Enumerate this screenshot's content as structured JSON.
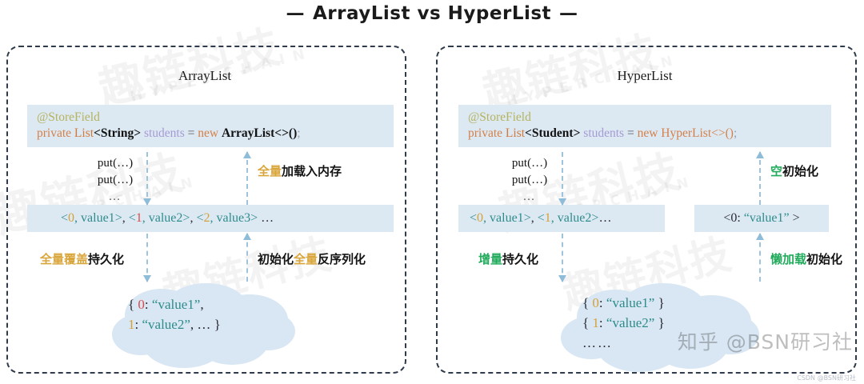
{
  "title": {
    "dash_left": "—",
    "text": "ArrayList  vs  HyperList",
    "dash_right": "—"
  },
  "left_panel": {
    "heading": "ArrayList",
    "code": {
      "annotation": "@StoreField",
      "kw_private": "private",
      "type_list": "List",
      "generic": "<String>",
      "var_name": "students",
      "op_eq": "=",
      "kw_new": "new",
      "class_name": "ArrayList<>()",
      "semicolon": ";"
    },
    "puts": {
      "line1": "put(…)",
      "line2": "put(…)",
      "line3": "…"
    },
    "value_band": {
      "b1_open": "<",
      "b1_key": "0",
      "b1_sep": ", ",
      "b1_val": "value1",
      "b1_close": ">",
      "comma1": ",  ",
      "b2_open": "<",
      "b2_key": "1",
      "b2_sep": ", ",
      "b2_val": "value2",
      "b2_close": ">",
      "comma2": ",  ",
      "b3_open": "<",
      "b3_key": "2",
      "b3_sep": ", ",
      "b3_val": "value3",
      "b3_close": ">",
      "tail": " …"
    },
    "label_load": {
      "highlight": "全量",
      "rest": "加载入内存"
    },
    "label_persist": {
      "highlight": "全量覆盖",
      "rest": "持久化"
    },
    "label_deserialize": {
      "pre": "初始化",
      "highlight": "全量",
      "rest": "反序列化"
    },
    "cloud": {
      "line1_brace": "{ ",
      "line1_key": "0",
      "line1_sep": ": ",
      "line1_val": "“value1”",
      "line1_tail": ",",
      "line2_key": "1",
      "line2_sep": ": ",
      "line2_val": "“value2”",
      "line2_tail": ",  … }"
    }
  },
  "right_panel": {
    "heading": "HyperList",
    "code": {
      "annotation": "@StoreField",
      "kw_private": "private",
      "type_list": "List",
      "generic": "<Student>",
      "var_name": "students",
      "op_eq": "=",
      "kw_new": "new",
      "class_name": "HyperList<>()",
      "semicolon": ";"
    },
    "puts": {
      "line1": "put(…)",
      "line2": "put(…)",
      "line3": "…"
    },
    "value_band": {
      "b1_open": "<",
      "b1_key": "0",
      "b1_sep": ", ",
      "b1_val": "value1",
      "b1_close": ">",
      "comma1": ",  ",
      "b2_open": "<",
      "b2_key": "1",
      "b2_sep": ", ",
      "b2_val": "value2",
      "b2_close": ">",
      "tail": "…"
    },
    "single_band": {
      "open": "<0: ",
      "val": "“value1”",
      "close": " >"
    },
    "label_init": {
      "highlight": "空",
      "rest": "初始化"
    },
    "label_persist": {
      "highlight": "增量",
      "rest": "持久化"
    },
    "label_lazy": {
      "highlight": "懒加载",
      "rest": "初始化"
    },
    "cloud": {
      "line1_brace_open": "{ ",
      "line1_key": "0",
      "line1_sep": ": ",
      "line1_val": "“value1”",
      "line1_brace_close": " }",
      "line2_brace_open": "{ ",
      "line2_key": "1",
      "line2_sep": ": ",
      "line2_val": "“value2”",
      "line2_brace_close": " }",
      "line3": "……"
    }
  },
  "watermarks": {
    "zhihu": "知乎 @BSN研习社",
    "csdn": "CSDN @BSN研习社",
    "bg1": "趣链科技",
    "bg2": "H Y P E R C H A I N",
    "bg3": "趣链科技",
    "bg4": "H Y P E R C H A I N",
    "bg5": "趣链科技",
    "bg6": "H Y P E R C H A I N",
    "bg7": "趣链科技",
    "bg8": "H Y P E R C H A I N",
    "bg9": "趣链科技",
    "bg10": "趣链科技"
  },
  "colors": {
    "band_bg": "#dce9f3",
    "panel_border": "#2f3b4a",
    "arrow": "#8fbcd8",
    "gold": "#d9a63c",
    "green": "#22ab5c",
    "teal": "#2f8c8c",
    "red": "#d94b4b",
    "cloud": "#d7e6f2"
  }
}
